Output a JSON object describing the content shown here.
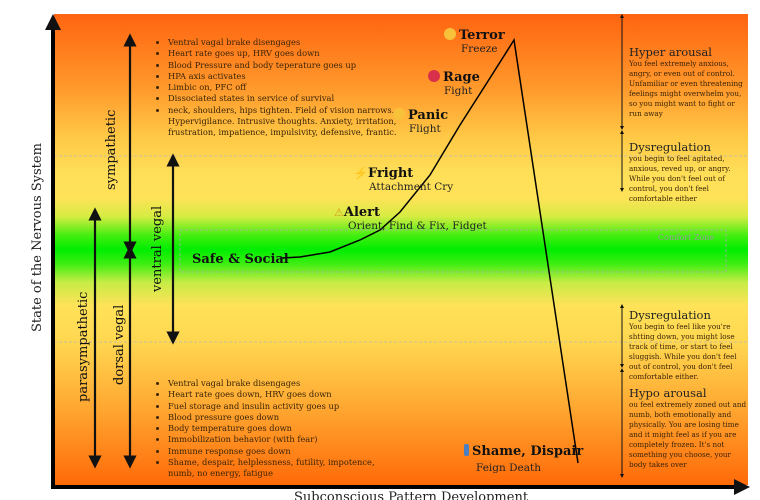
{
  "axes": {
    "y_label": "State of the Nervous System",
    "x_label": "Subconscious Pattern Development"
  },
  "left_labels": {
    "sympathetic": "sympathetic",
    "parasympathetic": "parasympathetic",
    "ventral": "ventral vegal",
    "dorsal": "dorsal vegal"
  },
  "sympathetic_bullets": [
    "Ventral vagal brake disengages",
    "Heart rate goes up, HRV goes down",
    "Blood Pressure and body teperature goes up",
    "HPA axis activates",
    "Limbic on, PFC off",
    "Dissociated states in service of survival",
    "neck, shoulders, hips tighten. Field of vision narrows. Hypervigilance. Intrusive thoughts. Anxiety, irritation, frustration, impatience, impulsivity, defensive, frantic."
  ],
  "dorsal_bullets": [
    "Ventral vagal brake disengages",
    "Heart rate goes down, HRV goes down",
    "Fuel storage and insulin activity goes up",
    "Blood pressure goes down",
    "Body temperature goes down",
    "Immobilization behavior (with fear)",
    "Immune response goes down",
    "Shame, despair, helplessness, futility, impotence, numb, no energy, fatigue"
  ],
  "comfort_zone": "Comfort Zone",
  "states": {
    "safe": {
      "title": "Safe & Social"
    },
    "alert": {
      "title": "Alert",
      "sub": "Orient, Find & Fix,  Fidget",
      "icon": "warning-icon"
    },
    "fright": {
      "title": "Fright",
      "sub": "Attachment Cry",
      "icon": "lightning-icon"
    },
    "panic": {
      "title": "Panic",
      "sub": "Flight",
      "icon": "screaming-face-icon"
    },
    "rage": {
      "title": "Rage",
      "sub": "Fight",
      "icon": "angry-face-icon"
    },
    "terror": {
      "title": "Terror",
      "sub": "Freeze",
      "icon": "exploding-head-icon"
    },
    "shame": {
      "title": "Shame, Dispair",
      "sub": "Feign Death",
      "icon": "kneeling-person-icon"
    }
  },
  "right": {
    "hyper": {
      "title": "Hyper arousal",
      "text": "You feel extremely anxious, angry, or even out of control. Unfamiliar or even threatening feelings might overwhelm you, so you might want to fight or run away"
    },
    "dys_up": {
      "title": "Dysregulation",
      "text": "you begin to feel agitated, anxious, reved up, or angry. While you don't feel out of control, you don't feel comfortable either"
    },
    "dys_down": {
      "title": "Dysregulation",
      "text": "You begin to feel like you're shtting down, you might lose track of time, or start to feel sluggish. While you don't feel out of control, you don't feel comfortable either."
    },
    "hypo": {
      "title": "Hypo arousal",
      "text": "ou feel extremely zoned out and numb, both emotionally and physically. You are losing time and it might feel as if you are completely frozen. It's not something you choose, your body takes over"
    }
  }
}
